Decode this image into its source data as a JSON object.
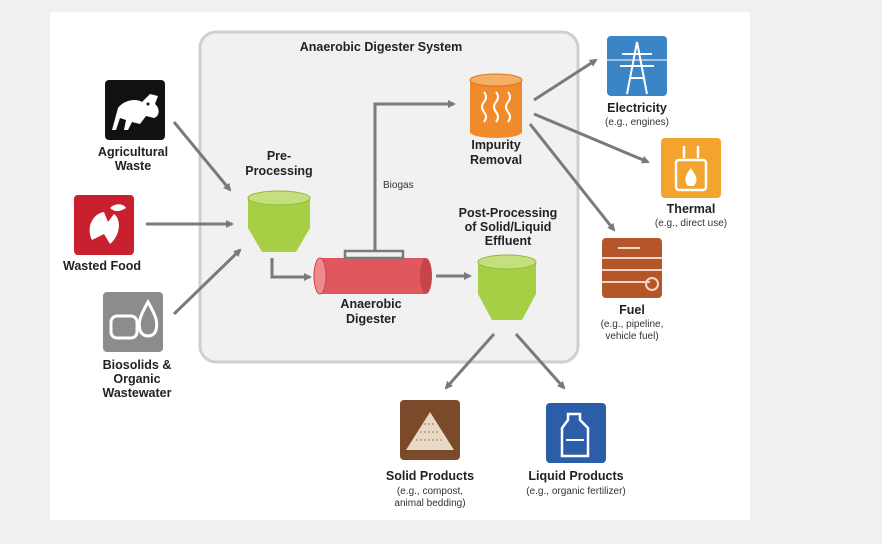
{
  "diagram": {
    "system_title": "Anaerobic Digester System",
    "inputs": {
      "agricultural_waste": [
        "Agricultural",
        "Waste"
      ],
      "wasted_food": "Wasted Food",
      "biosolids": [
        "Biosolids &",
        "Organic",
        "Wastewater"
      ]
    },
    "preprocessing": [
      "Pre-",
      "Processing"
    ],
    "digester": [
      "Anaerobic",
      "Digester"
    ],
    "biogas_label": "Biogas",
    "impurity_removal": [
      "Impurity",
      "Removal"
    ],
    "postprocessing": [
      "Post-Processing",
      "of Solid/Liquid",
      "Effluent"
    ],
    "outputs": {
      "electricity": {
        "title": "Electricity",
        "sub": [
          "(e.g., engines)"
        ]
      },
      "thermal": {
        "title": "Thermal",
        "sub": [
          "(e.g., direct use)"
        ]
      },
      "fuel": {
        "title": "Fuel",
        "sub": [
          "(e.g., pipeline,",
          "vehicle fuel)"
        ]
      },
      "solid_products": {
        "title": "Solid Products",
        "sub": [
          "(e.g., compost,",
          "animal bedding)"
        ]
      },
      "liquid_products": {
        "title": "Liquid Products",
        "sub": [
          "(e.g., organic fertilizer)"
        ]
      }
    },
    "colors": {
      "agricultural": "#111111",
      "wasted_food": "#c8202f",
      "biosolids": "#8c8c8c",
      "green_vessel": "#a7cf45",
      "digester": "#e0575e",
      "impurity": "#f08a2a",
      "electricity": "#3b84c5",
      "thermal": "#f3a42e",
      "fuel": "#b5562a",
      "solid": "#7a4a2a",
      "liquid": "#2c5da8",
      "arrow": "#7a7a7a",
      "system_box": "#f1f1f1"
    }
  }
}
